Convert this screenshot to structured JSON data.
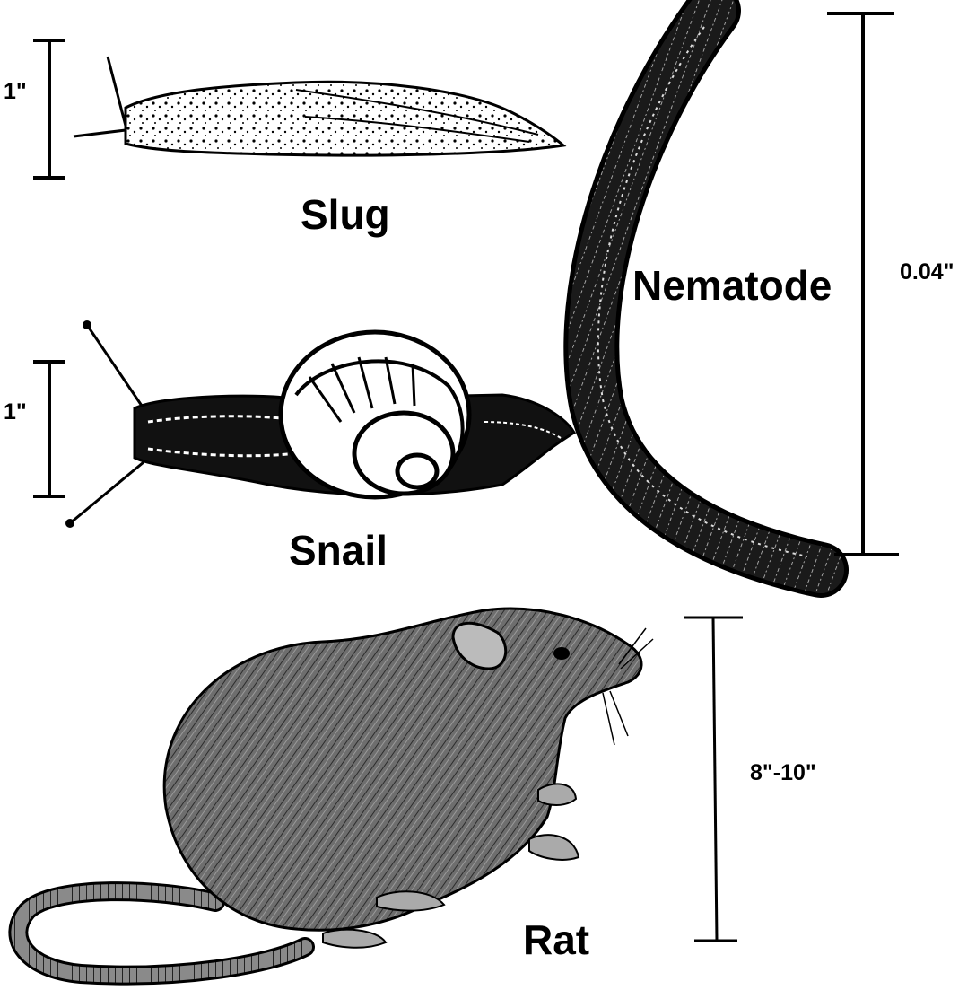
{
  "figure": {
    "background": "#ffffff",
    "ink": "#000000",
    "animals": [
      {
        "id": "slug",
        "name": "Slug",
        "size": "1\"",
        "icon": "slug-drawing"
      },
      {
        "id": "snail",
        "name": "Snail",
        "size": "1\"",
        "icon": "snail-drawing"
      },
      {
        "id": "nematode",
        "name": "Nematode",
        "size": "0.04\"",
        "icon": "nematode-drawing"
      },
      {
        "id": "rat",
        "name": "Rat",
        "size": "8\"-10\"",
        "icon": "rat-drawing"
      }
    ]
  }
}
